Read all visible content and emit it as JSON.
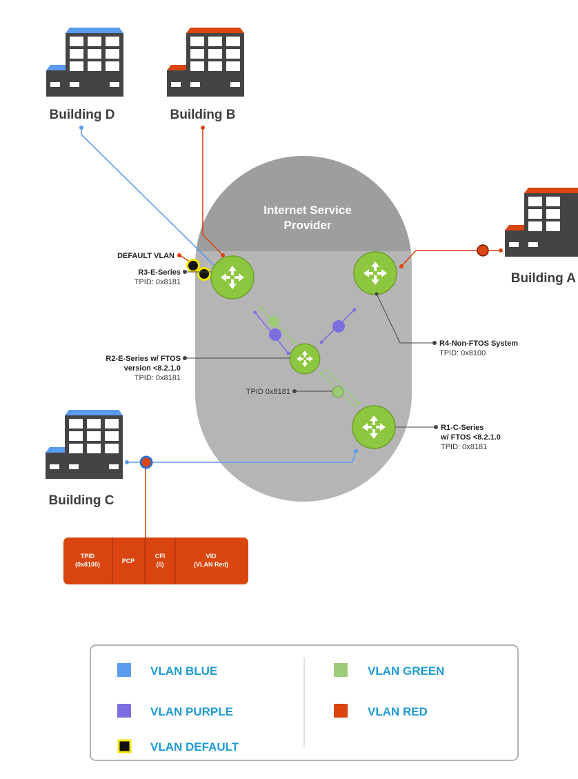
{
  "buildings": {
    "d": {
      "label": "Building D"
    },
    "b": {
      "label": "Building B"
    },
    "a": {
      "label": "Building A"
    },
    "c": {
      "label": "Building C"
    }
  },
  "isp": {
    "line1": "Internet Service",
    "line2": "Provider"
  },
  "devices": {
    "r3": {
      "name": "R3-E-Series",
      "tpid": "TPID: 0x8181"
    },
    "r4": {
      "name": "R4-Non-FTOS System",
      "tpid": "TPID: 0x8100"
    },
    "r2": {
      "name_line1": "R2-E-Series w/ FTOS",
      "name_line2": "version <8.2.1.0",
      "tpid": "TPID: 0x8181"
    },
    "r1": {
      "name_line1": "R1-C-Series",
      "name_line2": "w/ FTOS <8.2.1.0",
      "tpid": "TPID: 0x8181"
    }
  },
  "labels": {
    "default_vlan": "DEFAULT VLAN",
    "tpid_link": "TPID 0x8181"
  },
  "frame_header": {
    "fields": [
      {
        "line1": "TPID",
        "line2": "(0x8100)"
      },
      {
        "line1": "PCP",
        "line2": ""
      },
      {
        "line1": "CFI",
        "line2": "(0)"
      },
      {
        "line1": "VID",
        "line2": "(VLAN Red)"
      }
    ]
  },
  "legend": {
    "blue": "VLAN BLUE",
    "purple": "VLAN PURPLE",
    "default": "VLAN DEFAULT",
    "green": "VLAN GREEN",
    "red": "VLAN RED"
  },
  "colors": {
    "blue": "#5b9bf0",
    "purple": "#7b6fe0",
    "green": "#9ccc78",
    "red": "#d9440f",
    "default": "#111111",
    "default_border": "#f3e500",
    "router": "#8dc63f",
    "building": "#444444",
    "isp_cloud": "#b5b5b5",
    "isp_top": "#9e9e9e"
  }
}
